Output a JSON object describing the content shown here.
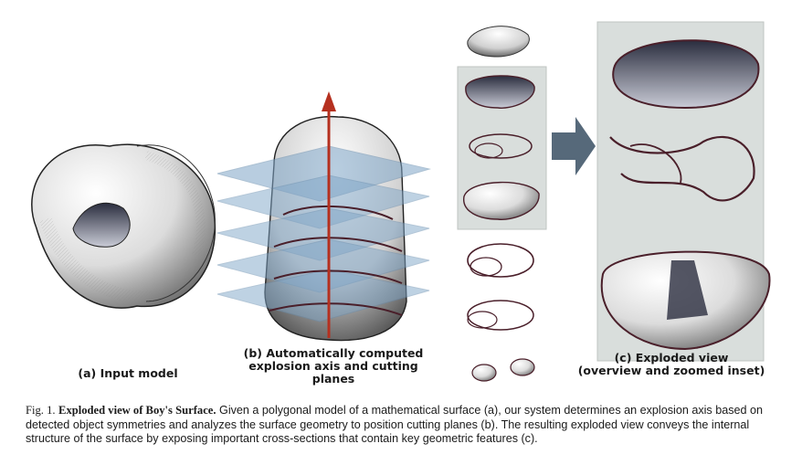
{
  "figure": {
    "panel_a_label": "(a) Input model",
    "panel_b_label_line1": "(b) Automatically computed",
    "panel_b_label_line2": "explosion axis and cutting planes",
    "panel_c_label_line1": "(c) Exploded view",
    "panel_c_label_line2": "(overview and zoomed inset)"
  },
  "caption": {
    "number": "Fig. 1.",
    "title": "Exploded view of Boy's Surface.",
    "body": "Given a polygonal model of a mathematical surface (a), our system determines an explosion axis based on detected object symmetries and analyzes the surface geometry to position cutting planes (b). The resulting exploded view conveys the internal structure of the surface by exposing important cross-sections that contain key geometric features (c)."
  },
  "colors": {
    "arrow_red": "#b5301f",
    "plane_blue": "#7fa6c8",
    "inset_gray": "#d9dedc",
    "big_arrow": "#56697a",
    "rim_dark": "#4a1f2a"
  }
}
